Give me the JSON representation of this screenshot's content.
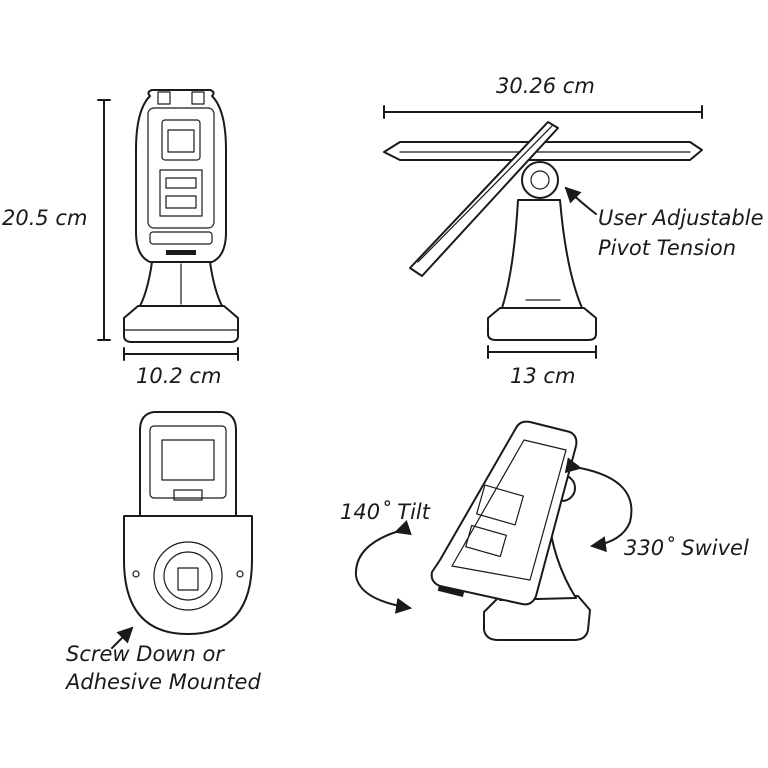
{
  "labels": {
    "height": "20.5 cm",
    "base_width": "10.2 cm",
    "plate_width": "30.26 cm",
    "pivot_line1": "User Adjustable",
    "pivot_line2": "Pivot Tension",
    "base_depth": "13 cm",
    "tilt": "140˚ Tilt",
    "swivel": "330˚ Swivel",
    "mount_line1": "Screw Down or",
    "mount_line2": "Adhesive Mounted"
  },
  "colors": {
    "line": "#1a1a1a",
    "background": "#ffffff"
  }
}
